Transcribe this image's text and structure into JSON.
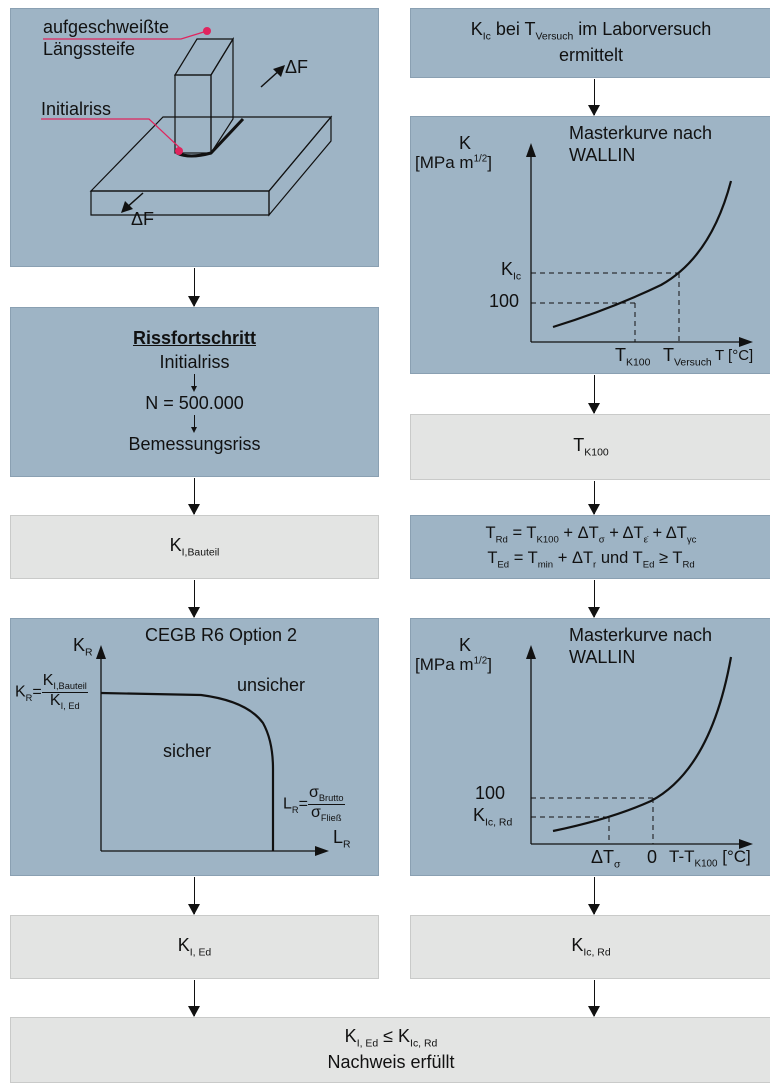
{
  "weld_box": {
    "label_stiffener_1": "aufgeschweißte",
    "label_stiffener_2": "Längssteife",
    "label_crack": "Initialriss",
    "force_top": "ΔF",
    "force_bottom": "ΔF"
  },
  "crack_growth": {
    "title": "Rissfortschritt",
    "initial": "Initialriss",
    "cycles": "N = 500.000",
    "final": "Bemessungsriss"
  },
  "k_bauteil": {
    "symbol": "K",
    "sub": "I,Bauteil"
  },
  "cegb": {
    "title": "CEGB R6 Option 2",
    "y_axis": "K",
    "y_axis_sub": "R",
    "x_axis": "L",
    "x_axis_sub": "R",
    "kr_lhs": "K",
    "kr_lhs_sub": "R",
    "kr_num": "K",
    "kr_num_sub": "I,Bauteil",
    "kr_den": "K",
    "kr_den_sub": "I, Ed",
    "unsafe": "unsicher",
    "safe": "sicher",
    "lr_lhs": "L",
    "lr_lhs_sub": "R",
    "lr_num": "σ",
    "lr_num_sub": "Brutto",
    "lr_den": "σ",
    "lr_den_sub": "Fließ"
  },
  "k_ed": {
    "symbol": "K",
    "sub": "I, Ed"
  },
  "lab_box": {
    "k": "K",
    "k_sub": "Ic",
    "mid": " bei T",
    "t_sub": "Versuch",
    "tail": " im Laborversuch",
    "line2": "ermittelt"
  },
  "master1": {
    "title_1": "Masterkurve nach",
    "title_2": "WALLIN",
    "y_axis_1": "K",
    "y_axis_2": "[MPa m",
    "y_axis_sup": "1/2",
    "y_axis_close": "]",
    "kic": "K",
    "kic_sub": "Ic",
    "v100": "100",
    "tk100": "T",
    "tk100_sub": "K100",
    "tvers": "T",
    "tvers_sub": "Versuch",
    "x_axis": "T [°C]"
  },
  "tk100_box": {
    "symbol": "T",
    "sub": "K100"
  },
  "formula_box": {
    "l1_a": "T",
    "l1_a_sub": "Rd",
    "l1_eq": " = T",
    "l1_b_sub": "K100",
    "l1_p1": " + ΔT",
    "l1_p1_sub": "σ",
    "l1_p2": " + ΔT",
    "l1_p2_sub": "ε̇",
    "l1_p3": " + ΔT",
    "l1_p3_sub": "γc",
    "l2_a": "T",
    "l2_a_sub": "Ed",
    "l2_eq": " = T",
    "l2_b_sub": "min",
    "l2_p1": " + ΔT",
    "l2_p1_sub": "r",
    "l2_und": " und T",
    "l2_c_sub": "Ed",
    "l2_ge": " ≥ T",
    "l2_d_sub": "Rd"
  },
  "master2": {
    "title_1": "Masterkurve nach",
    "title_2": "WALLIN",
    "y_axis_1": "K",
    "y_axis_2": "[MPa m",
    "y_axis_sup": "1/2",
    "y_axis_close": "]",
    "v100": "100",
    "kic_rd": "K",
    "kic_rd_sub": "Ic, Rd",
    "dt": "ΔT",
    "dt_sub": "σ",
    "zero": "0",
    "x_axis_a": "T-T",
    "x_axis_sub": "K100",
    "x_axis_b": " [°C]"
  },
  "k_icrd": {
    "symbol": "K",
    "sub": "Ic, Rd"
  },
  "final": {
    "l1_a": "K",
    "l1_a_sub": "I, Ed",
    "l1_le": " ≤ K",
    "l1_b_sub": "Ic, Rd",
    "l2": "Nachweis erfüllt"
  },
  "colors": {
    "panel_blue": "#9eb4c5",
    "panel_grey": "#e3e4e3",
    "marker": "#e0245e"
  }
}
